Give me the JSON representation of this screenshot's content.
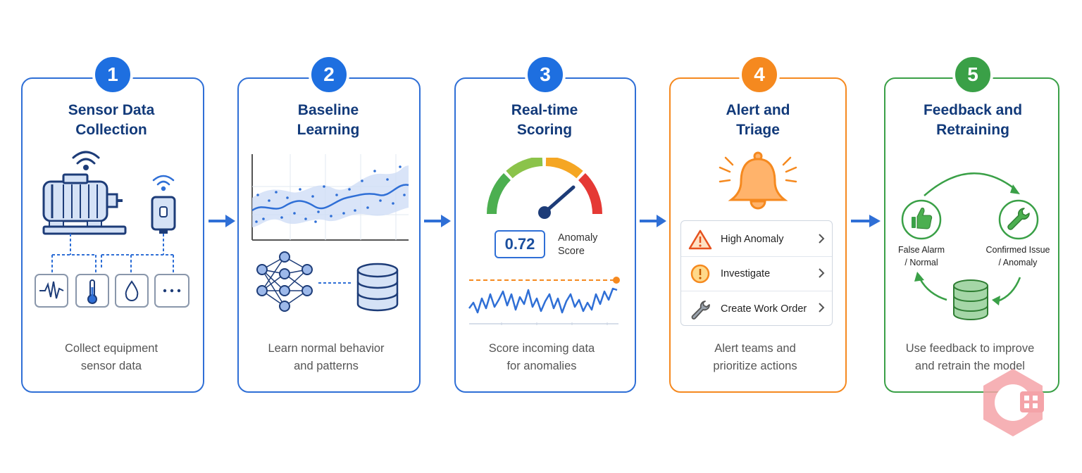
{
  "steps": [
    {
      "number": "1",
      "title_line1": "Sensor Data",
      "title_line2": "Collection",
      "desc_line1": "Collect equipment",
      "desc_line2": "sensor data",
      "color": "#1e6fe0"
    },
    {
      "number": "2",
      "title_line1": "Baseline",
      "title_line2": "Learning",
      "desc_line1": "Learn normal behavior",
      "desc_line2": "and patterns",
      "color": "#1e6fe0"
    },
    {
      "number": "3",
      "title_line1": "Real-time",
      "title_line2": "Scoring",
      "desc_line1": "Score incoming data",
      "desc_line2": "for anomalies",
      "color": "#1e6fe0"
    },
    {
      "number": "4",
      "title_line1": "Alert and",
      "title_line2": "Triage",
      "desc_line1": "Alert teams and",
      "desc_line2": "prioritize actions",
      "color": "#f5891f"
    },
    {
      "number": "5",
      "title_line1": "Feedback and",
      "title_line2": "Retraining",
      "desc_line1": "Use feedback to improve",
      "desc_line2": "and retrain the model",
      "color": "#3aa047"
    }
  ],
  "scoring": {
    "score_value": "0.72",
    "score_label_line1": "Anomaly",
    "score_label_line2": "Score"
  },
  "alerts": {
    "items": [
      {
        "label": "High Anomaly",
        "icon": "warning-triangle-icon"
      },
      {
        "label": "Investigate",
        "icon": "exclamation-circle-icon"
      },
      {
        "label": "Create Work Order",
        "icon": "wrench-icon"
      }
    ]
  },
  "feedback": {
    "left_line1": "False Alarm",
    "left_line2": "/ Normal",
    "right_line1": "Confirmed Issue",
    "right_line2": "/ Anomaly"
  },
  "colors": {
    "blue": "#1e6fe0",
    "dark_blue": "#123a7a",
    "orange": "#f5891f",
    "green": "#3aa047",
    "gauge_green": "#4caf50",
    "gauge_yellow": "#f5a623",
    "gauge_red": "#e53935"
  }
}
